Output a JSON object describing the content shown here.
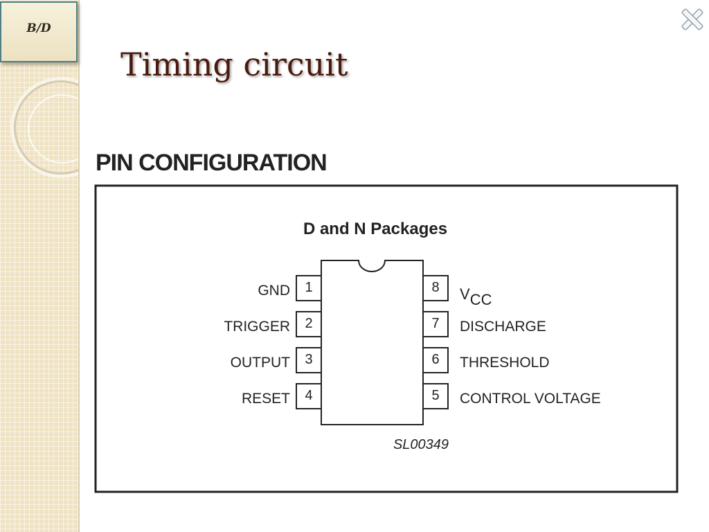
{
  "badge": {
    "text": "B/D"
  },
  "slide": {
    "title": "Timing circuit"
  },
  "figure": {
    "heading": "PIN CONFIGURATION",
    "package_title": "D and N Packages",
    "part_code": "SL00349",
    "vcc": {
      "main": "V",
      "sub": "CC"
    },
    "left_pins": [
      {
        "number": "1",
        "label": "GND"
      },
      {
        "number": "2",
        "label": "TRIGGER"
      },
      {
        "number": "3",
        "label": "OUTPUT"
      },
      {
        "number": "4",
        "label": "RESET"
      }
    ],
    "right_pins": [
      {
        "number": "8",
        "label": ""
      },
      {
        "number": "7",
        "label": "DISCHARGE"
      },
      {
        "number": "6",
        "label": "THRESHOLD"
      },
      {
        "number": "5",
        "label": "CONTROL VOLTAGE"
      }
    ]
  },
  "colors": {
    "title": "#4a1a0e",
    "strip": "#efe3c4",
    "badge_border": "#4f7f84",
    "diagram_ink": "#222222"
  },
  "icons": {
    "close": "close-x-icon"
  }
}
